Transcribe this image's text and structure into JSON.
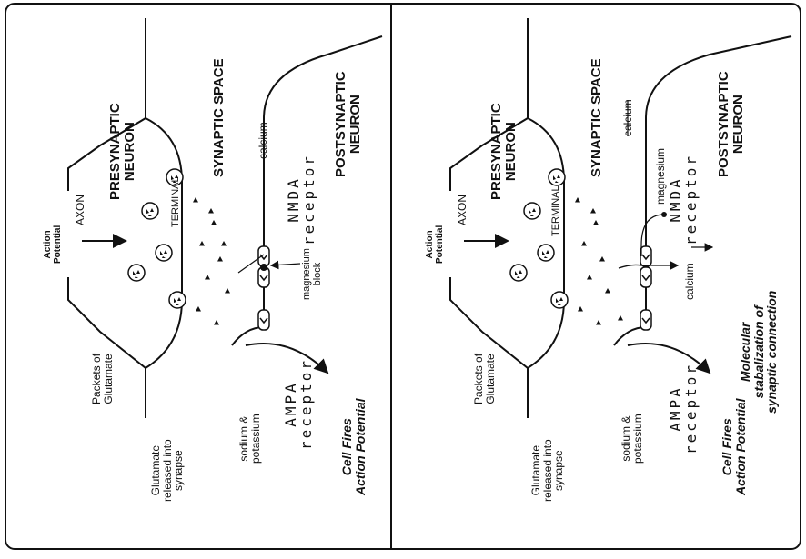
{
  "left": {
    "presynaptic_neuron": [
      "PRESYNAPTIC",
      "NEURON"
    ],
    "terminal": "TERMINAL",
    "axon": "AXON",
    "action_potential": [
      "Action",
      "Potential"
    ],
    "packets_of_glutamate": [
      "Packets of",
      "Glutamate"
    ],
    "glutamate_released": [
      "Glutamate",
      "released into",
      "synapse"
    ],
    "synaptic_space": "SYNAPTIC SPACE",
    "calcium": "calcium",
    "magnesium_block": [
      "magnesium",
      "block"
    ],
    "nmda_receptor": [
      "NMDA",
      "receptor"
    ],
    "postsynaptic_neuron": [
      "POSTSYNAPTIC",
      "NEURON"
    ],
    "sodium_potassium": [
      "sodium &",
      "potassium"
    ],
    "ampa_receptor": [
      "AMPA",
      "receptor"
    ],
    "cell_fires": [
      "Cell Fires",
      "Action Potential"
    ]
  },
  "right": {
    "presynaptic_neuron": [
      "PRESYNAPTIC",
      "NEURON"
    ],
    "terminal": "TERMINAL",
    "axon": "AXON",
    "action_potential": [
      "Action",
      "Potential"
    ],
    "packets_of_glutamate": [
      "Packets of",
      "Glutamate"
    ],
    "glutamate_released": [
      "Glutamate",
      "released into",
      "synapse"
    ],
    "synaptic_space": "SYNAPTIC SPACE",
    "calcium_top": "calcium",
    "magnesium": "magnesium",
    "nmda_receptor": [
      "NMDA",
      "receptor"
    ],
    "postsynaptic_neuron": [
      "POSTSYNAPTIC",
      "NEURON"
    ],
    "calcium_bottom": "calcium",
    "molecular_stabilization": [
      "Molecular",
      "stabalization of",
      "synaptic connection"
    ],
    "sodium_potassium": [
      "sodium &",
      "potassium"
    ],
    "ampa_receptor": [
      "AMPA",
      "receptor"
    ],
    "cell_fires": [
      "Cell Fires",
      "Action Potential"
    ]
  }
}
